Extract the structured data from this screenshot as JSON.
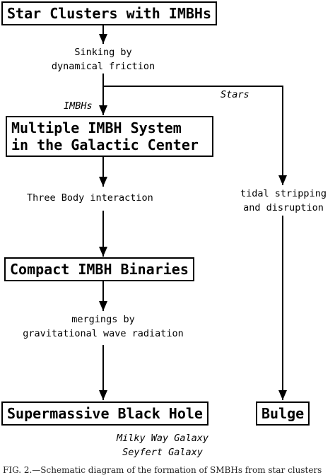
{
  "boxes": {
    "star_clusters": "Star Clusters with IMBHs",
    "multiple_imbh_line1": "Multiple IMBH System",
    "multiple_imbh_line2": "in the Galactic Center",
    "compact_binaries": "Compact IMBH Binaries",
    "smbh": "Supermassive Black Hole",
    "bulge": "Bulge"
  },
  "labels": {
    "sinking_line1": "Sinking by",
    "sinking_line2": "dynamical friction",
    "stars": "Stars",
    "imbhs": "IMBHs",
    "three_body": "Three Body interaction",
    "tidal_line1": "tidal stripping",
    "tidal_line2": "and disruption",
    "mergings_line1": "mergings by",
    "mergings_line2": "gravitational wave radiation",
    "galaxy1": "Milky Way Galaxy",
    "galaxy2": "Seyfert Galaxy"
  },
  "caption": "FIG. 2.—Schematic diagram of the formation of SMBHs from star clusters"
}
